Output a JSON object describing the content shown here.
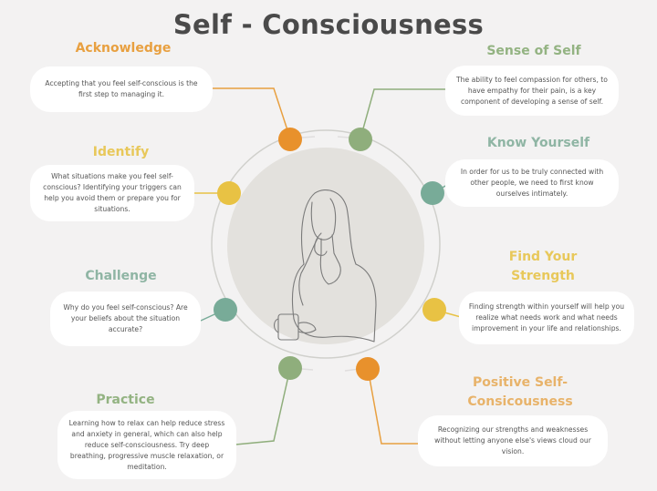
{
  "title": "Self - Consciousness",
  "colors": {
    "orange": "#e8912c",
    "green": "#8fae7c",
    "teal": "#78ab98",
    "yellow": "#e8c244",
    "title": "#4a4a4a",
    "background": "#f3f2f2",
    "center_circle": "#e3e1dd",
    "ring": "#d0d0cc"
  },
  "items": [
    {
      "heading": "Acknowledge",
      "text": "Accepting that you feel self-conscious is the first step to managing it.",
      "color": "orange"
    },
    {
      "heading": "Sense of Self",
      "text": "The ability to feel compassion for others, to have empathy for their pain, is a key component of developing a sense of self.",
      "color": "green"
    },
    {
      "heading": "Identify",
      "text": "What situations make you feel self-conscious? Identifying your triggers can help you avoid them or prepare you for situations.",
      "color": "yellow"
    },
    {
      "heading": "Know Yourself",
      "text": "In order for us to be truly connected with other people, we need to first know ourselves intimately.",
      "color": "teal"
    },
    {
      "heading": "Challenge",
      "text": "Why do you feel self-conscious? Are your beliefs about the situation accurate?",
      "color": "teal"
    },
    {
      "heading": "Find Your Strength",
      "text": "Finding strength within yourself will help you realize what needs work and what needs improvement in your life and relationships.",
      "color": "yellow"
    },
    {
      "heading": "Practice",
      "text": "Learning how to relax can help reduce stress and anxiety in general, which can also help reduce self-consciousness. Try deep breathing, progressive muscle relaxation, or meditation.",
      "color": "green"
    },
    {
      "heading": "Positive Self-Consicousness",
      "text": "Recognizing our strengths and weaknesses without letting anyone else's views cloud our vision.",
      "color": "orange"
    }
  ],
  "illustration": "woman-thinking-with-cup"
}
